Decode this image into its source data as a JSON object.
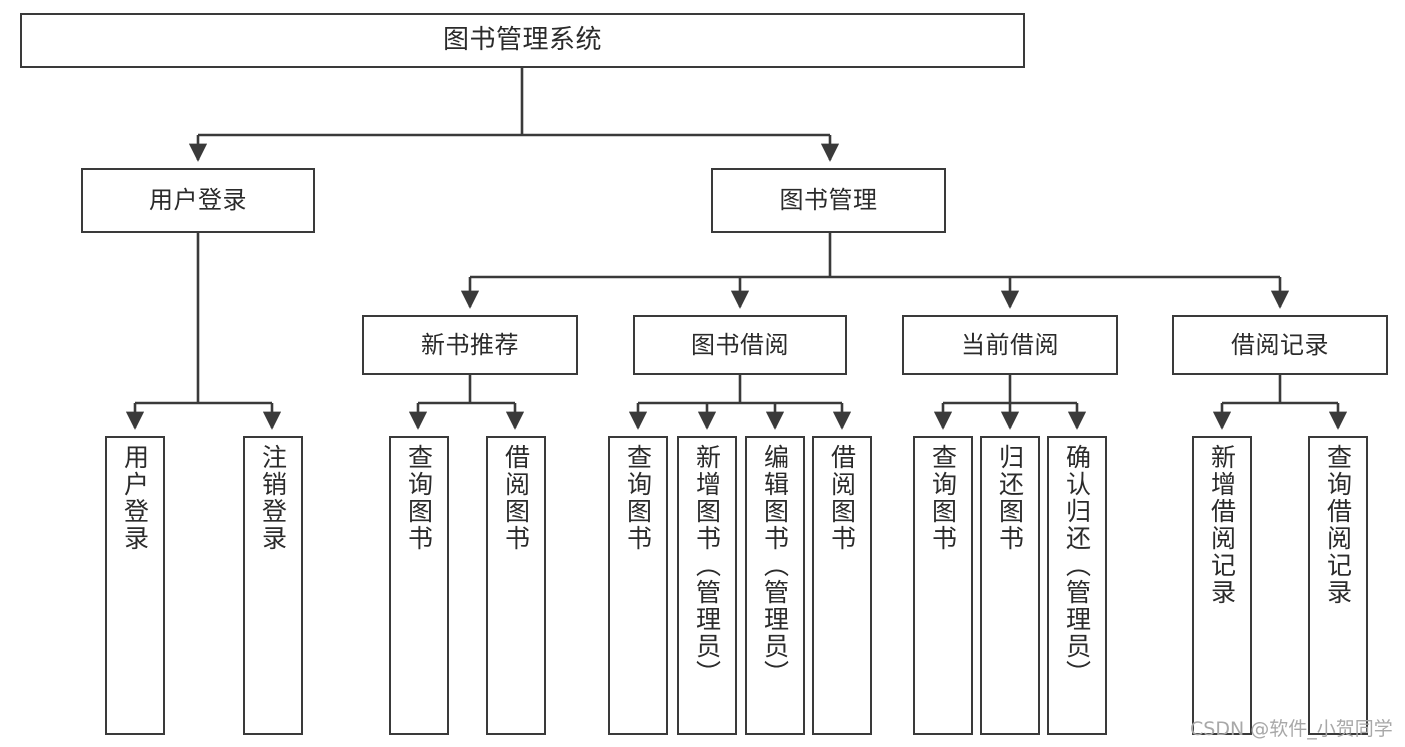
{
  "diagram": {
    "type": "tree",
    "title": "图书管理系统",
    "root": {
      "id": "root",
      "label": "图书管理系统"
    },
    "level2": [
      {
        "id": "user-login",
        "label": "用户登录"
      },
      {
        "id": "book-management",
        "label": "图书管理"
      }
    ],
    "level3": [
      {
        "id": "new-book-recommend",
        "label": "新书推荐",
        "parent": "book-management"
      },
      {
        "id": "book-borrow",
        "label": "图书借阅",
        "parent": "book-management"
      },
      {
        "id": "current-borrow",
        "label": "当前借阅",
        "parent": "book-management"
      },
      {
        "id": "borrow-record",
        "label": "借阅记录",
        "parent": "book-management"
      }
    ],
    "leaves": {
      "user-login": [
        {
          "id": "leaf-user-login",
          "label": "用户登录"
        },
        {
          "id": "leaf-user-logout",
          "label": "注销登录"
        }
      ],
      "new-book-recommend": [
        {
          "id": "leaf-query-book-1",
          "label": "查询图书"
        },
        {
          "id": "leaf-borrow-book-1",
          "label": "借阅图书"
        }
      ],
      "book-borrow": [
        {
          "id": "leaf-query-book-2",
          "label": "查询图书"
        },
        {
          "id": "leaf-add-book",
          "label": "新增图书（管理员）"
        },
        {
          "id": "leaf-edit-book",
          "label": "编辑图书（管理员）"
        },
        {
          "id": "leaf-borrow-book-2",
          "label": "借阅图书"
        }
      ],
      "current-borrow": [
        {
          "id": "leaf-query-book-3",
          "label": "查询图书"
        },
        {
          "id": "leaf-return-book",
          "label": "归还图书"
        },
        {
          "id": "leaf-confirm-return",
          "label": "确认归还（管理员）"
        }
      ],
      "borrow-record": [
        {
          "id": "leaf-add-record",
          "label": "新增借阅记录"
        },
        {
          "id": "leaf-query-record",
          "label": "查询借阅记录"
        }
      ]
    }
  },
  "watermark": {
    "text": "CSDN @软件_小贺同学"
  },
  "colors": {
    "stroke": "#3a3a3a",
    "background": "#ffffff",
    "text": "#2b2b2b",
    "watermark": "#a8a8a8"
  }
}
